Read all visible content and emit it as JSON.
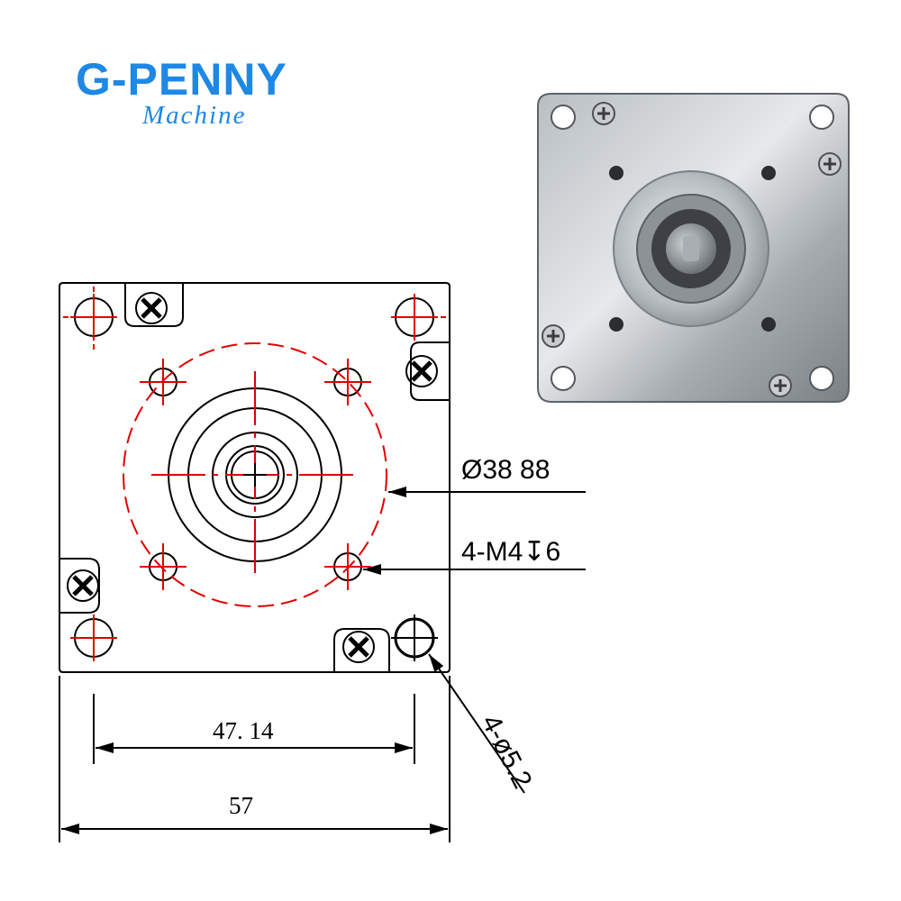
{
  "brand": {
    "name": "G-PENNY",
    "subtitle": "Machine",
    "color": "#1e88e5"
  },
  "callouts": {
    "pilot": "Ø38 88",
    "tapped_holes": "4-M4↧6",
    "mount_holes": "4-ø5.2"
  },
  "dimensions": {
    "hole_spacing": "47. 14",
    "body_width": "57"
  },
  "colors": {
    "outline": "#000000",
    "centerline": "#e00000",
    "metal_dark": "#6f7479",
    "metal_light": "#d9dde0"
  }
}
